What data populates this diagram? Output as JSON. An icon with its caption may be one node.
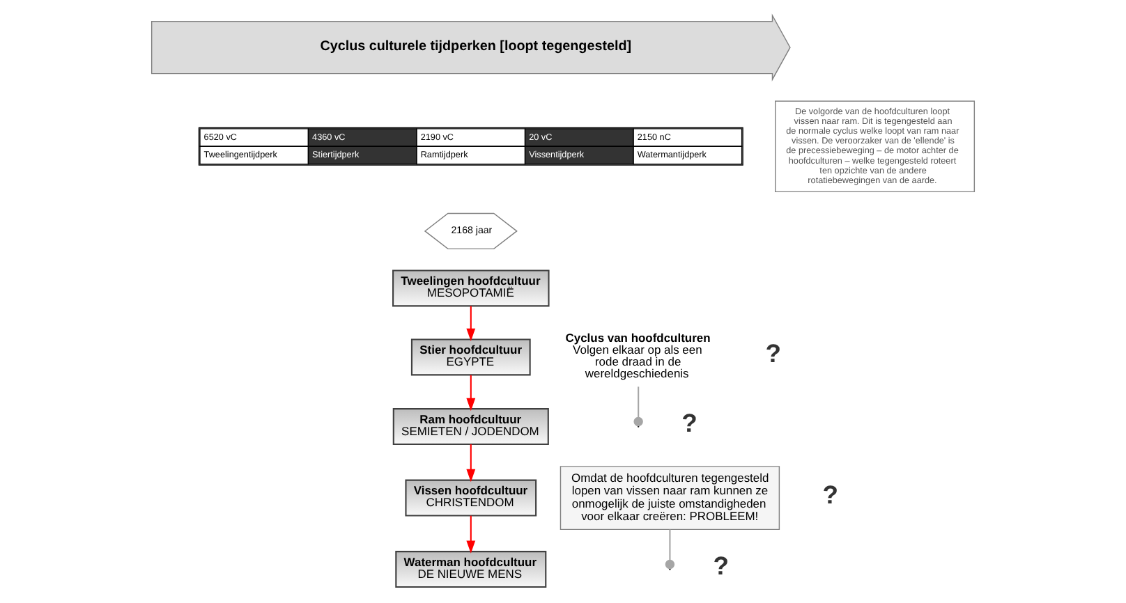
{
  "diagram": {
    "nodes": [
      {
        "text": [
          "Cyclus culturele tijdperken [loopt tegengesteld]"
        ]
      },
      {
        "text": [
          "De volgorde van de hoofdculturen loopt vissen naar ram. Dit is tegengesteld aan de normale cyclus welke loopt van ram naar vissen. De veroorzaker van de 'ellende' is de precessiebeweging – de motor achter de hoofdculturen – welke tegengesteld roteert ten opzichte van de andere rotatiebewegingen van de aarde."
        ]
      },
      {
        "text": [
          "2168 jaar"
        ]
      },
      {
        "text": [
          "Tweelingen hoofdcultuur",
          "MESOPOTAMIË"
        ]
      },
      {
        "text": [
          "Stier hoofdcultuur",
          "EGYPTE"
        ]
      },
      {
        "text": [
          "Ram hoofdcultuur",
          "SEMIETEN / JODENDOM"
        ]
      },
      {
        "text": [
          "Vissen hoofdcultuur",
          "CHRISTENDOM"
        ]
      },
      {
        "text": [
          "Waterman hoofdcultuur",
          "DE NIEUWE MENS"
        ]
      },
      {
        "text": [
          "Cyclus van hoofdculturen",
          "Volgen elkaar op als een rode draad in de wereldgeschiedenis"
        ]
      },
      {
        "text": [
          "Omdat de hoofdculturen tegengesteld lopen van vissen naar ram kunnen ze onmogelijk de juiste omstandigheden voor elkaar creëren: PROBLEEM!"
        ]
      }
    ],
    "edges": [
      {
        "from": 3,
        "to": 4,
        "arrow": "to",
        "color": "#ff0000"
      },
      {
        "from": 4,
        "to": 5,
        "arrow": "to",
        "color": "#ff0000"
      },
      {
        "from": 5,
        "to": 6,
        "arrow": "to",
        "color": "#ff0000"
      },
      {
        "from": 6,
        "to": 7,
        "arrow": "to",
        "color": "#ff0000"
      },
      {
        "from": 8,
        "to": null,
        "arrow": "other",
        "color": "#a6a6a6"
      },
      {
        "from": 9,
        "to": null,
        "arrow": "other",
        "color": "#a6a6a6"
      }
    ],
    "labels": [
      "6520 vC",
      "4360 vC",
      "2190 vC",
      "20 vC",
      "2150 nC",
      "Tweelingentijdperk",
      "Stiertijdperk",
      "Ramtijdperk",
      "Vissentijdperk",
      "Watermantijdperk",
      "?",
      "?",
      "?",
      "?"
    ]
  }
}
